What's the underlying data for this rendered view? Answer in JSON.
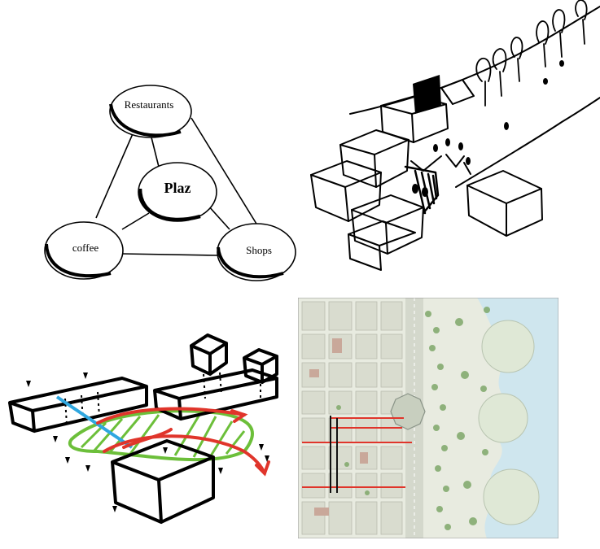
{
  "bubble_diagram": {
    "nodes": [
      {
        "id": "restaurants",
        "label": "Restaurants"
      },
      {
        "id": "plaz",
        "label": "Plaz"
      },
      {
        "id": "coffee",
        "label": "coffee"
      },
      {
        "id": "shops",
        "label": "Shops"
      }
    ],
    "edges": [
      [
        "restaurants",
        "plaz"
      ],
      [
        "restaurants",
        "coffee"
      ],
      [
        "restaurants",
        "shops"
      ],
      [
        "plaz",
        "coffee"
      ],
      [
        "plaz",
        "shops"
      ],
      [
        "coffee",
        "shops"
      ]
    ]
  },
  "colors": {
    "ink": "#000000",
    "path_red": "#e0352b",
    "axis_blue": "#2fa7e0",
    "green_hatch": "#6cbf3a",
    "water": "#cfe6ee",
    "plan_ground": "#e8ebe0",
    "plan_block": "#d9dccf",
    "plan_tree": "#7fa86a"
  }
}
